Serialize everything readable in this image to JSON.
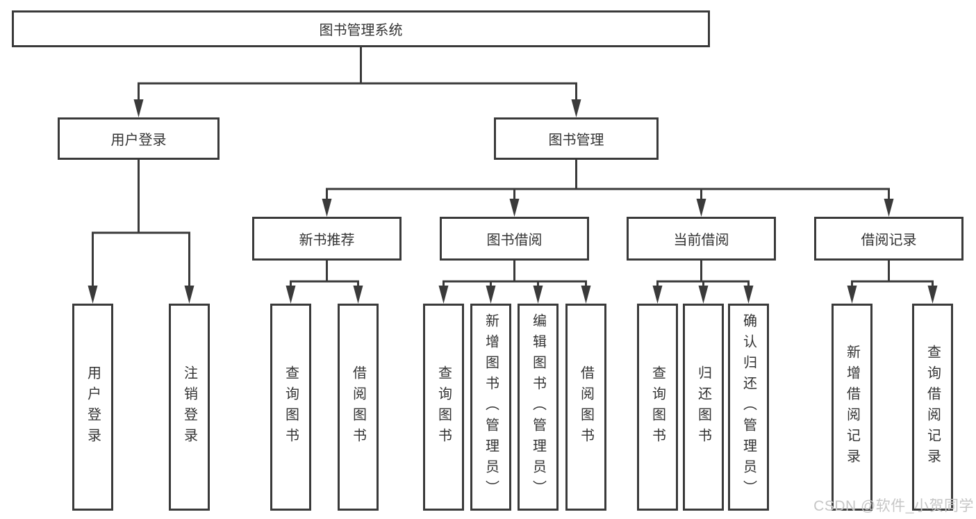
{
  "diagram": {
    "root": {
      "label": "图书管理系统"
    },
    "branches": [
      {
        "id": "user-login",
        "label": "用户登录"
      },
      {
        "id": "book-management",
        "label": "图书管理"
      }
    ],
    "modules": [
      {
        "id": "new-book-recommend",
        "label": "新书推荐"
      },
      {
        "id": "book-borrow",
        "label": "图书借阅"
      },
      {
        "id": "current-borrow",
        "label": "当前借阅"
      },
      {
        "id": "borrow-records",
        "label": "借阅记录"
      }
    ],
    "leaves": {
      "login": [
        {
          "label": "用户登录"
        },
        {
          "label": "注销登录"
        }
      ],
      "recommend": [
        {
          "label": "查询图书"
        },
        {
          "label": "借阅图书"
        }
      ],
      "borrow": [
        {
          "label": "查询图书"
        },
        {
          "label": "新增图书（管理员）"
        },
        {
          "label": "编辑图书（管理员）"
        },
        {
          "label": "借阅图书"
        }
      ],
      "current": [
        {
          "label": "查询图书"
        },
        {
          "label": "归还图书"
        },
        {
          "label": "确认归还（管理员）"
        }
      ],
      "records": [
        {
          "label": "新增借阅记录"
        },
        {
          "label": "查询借阅记录"
        }
      ]
    }
  },
  "colors": {
    "line": "#3a3a3a",
    "text": "#333333",
    "watermark": "#c6c6c6",
    "background": "#ffffff"
  },
  "watermark": {
    "text": "CSDN @软件_小贺同学"
  }
}
